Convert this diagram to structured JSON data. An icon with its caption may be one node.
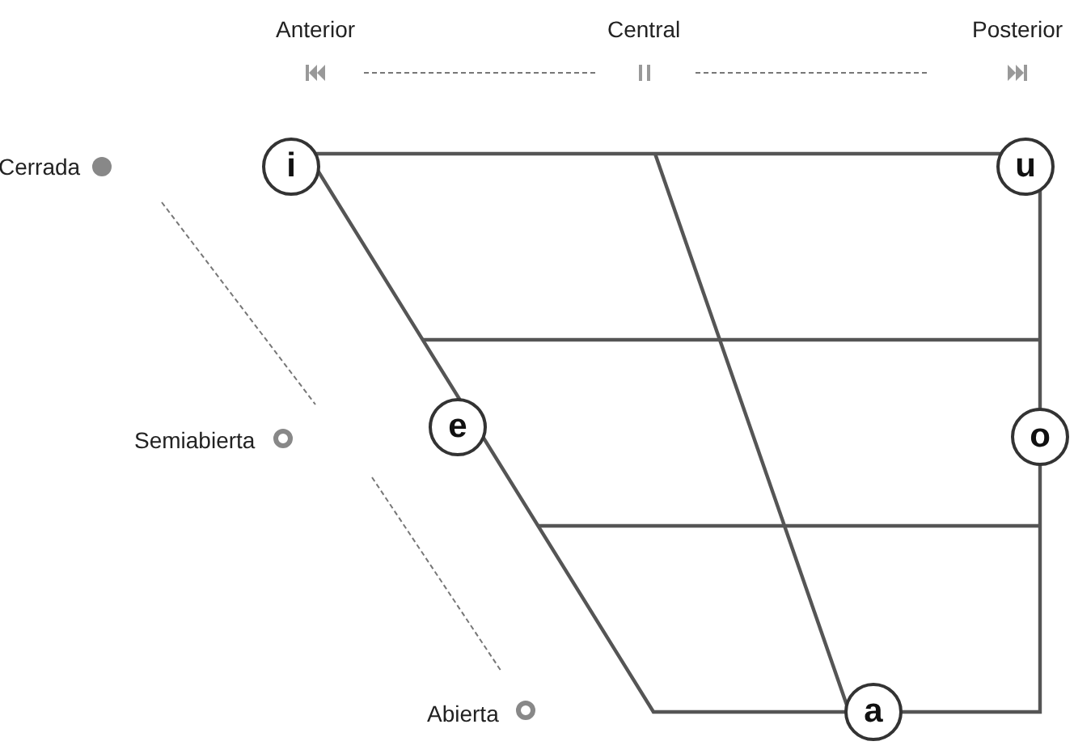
{
  "diagram": {
    "nodes": [
      {
        "text": [
          "i"
        ]
      },
      {
        "text": [
          "u"
        ]
      },
      {
        "text": [
          "e"
        ]
      },
      {
        "text": [
          "o"
        ]
      },
      {
        "text": [
          "a"
        ]
      }
    ],
    "labels": [
      "Anterior",
      "Central",
      "Posterior",
      "Cerrada",
      "Semiabierta",
      "Abierta"
    ]
  }
}
